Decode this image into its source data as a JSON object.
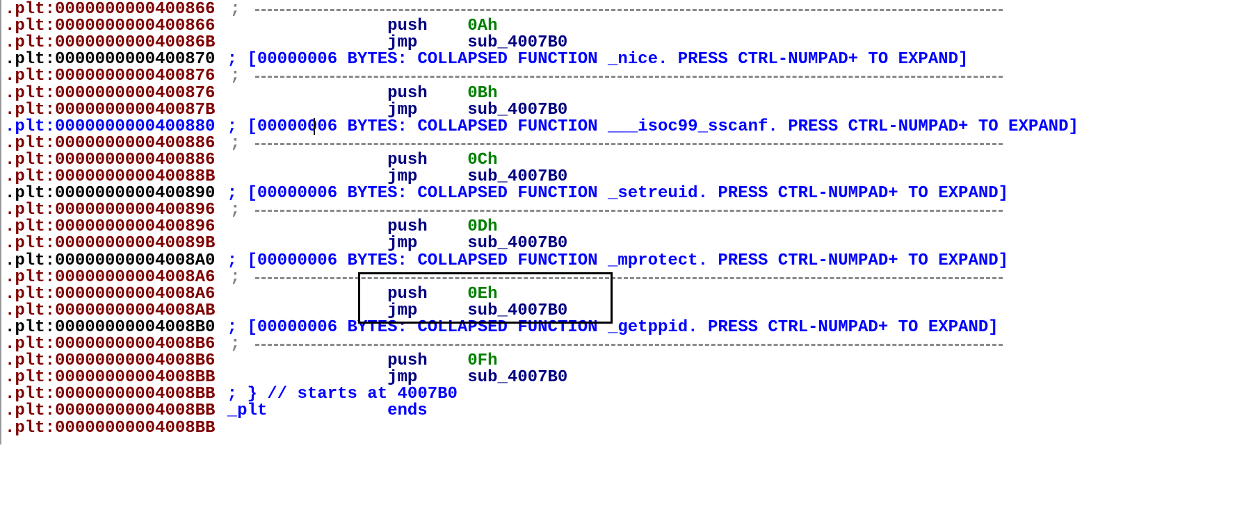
{
  "lines": [
    {
      "addr": ".plt:0000000000400866",
      "type": "sep",
      "addr_color": "red"
    },
    {
      "addr": ".plt:0000000000400866",
      "type": "ins",
      "addr_color": "red",
      "mnem": "push",
      "op": "0Ah",
      "op_color": "green"
    },
    {
      "addr": ".plt:000000000040086B",
      "type": "ins",
      "addr_color": "red",
      "mnem": "jmp",
      "op": "sub_4007B0",
      "op_color": "navy"
    },
    {
      "addr": ".plt:0000000000400870",
      "type": "text",
      "addr_color": "black",
      "text": "; [00000006 BYTES: COLLAPSED FUNCTION _nice. PRESS CTRL-NUMPAD+ TO EXPAND]"
    },
    {
      "addr": ".plt:0000000000400876",
      "type": "sep",
      "addr_color": "red"
    },
    {
      "addr": ".plt:0000000000400876",
      "type": "ins",
      "addr_color": "red",
      "mnem": "push",
      "op": "0Bh",
      "op_color": "green"
    },
    {
      "addr": ".plt:000000000040087B",
      "type": "ins",
      "addr_color": "red",
      "mnem": "jmp",
      "op": "sub_4007B0",
      "op_color": "navy"
    },
    {
      "addr": ".plt:0000000000400880",
      "type": "text",
      "addr_color": "blue",
      "text": "; [00000006 BYTES: COLLAPSED FUNCTION ___isoc99_sscanf. PRESS CTRL-NUMPAD+ TO EXPAND]"
    },
    {
      "addr": ".plt:0000000000400886",
      "type": "sep",
      "addr_color": "red"
    },
    {
      "addr": ".plt:0000000000400886",
      "type": "ins",
      "addr_color": "red",
      "mnem": "push",
      "op": "0Ch",
      "op_color": "green"
    },
    {
      "addr": ".plt:000000000040088B",
      "type": "ins",
      "addr_color": "red",
      "mnem": "jmp",
      "op": "sub_4007B0",
      "op_color": "navy"
    },
    {
      "addr": ".plt:0000000000400890",
      "type": "text",
      "addr_color": "black",
      "text": "; [00000006 BYTES: COLLAPSED FUNCTION _setreuid. PRESS CTRL-NUMPAD+ TO EXPAND]"
    },
    {
      "addr": ".plt:0000000000400896",
      "type": "sep",
      "addr_color": "red"
    },
    {
      "addr": ".plt:0000000000400896",
      "type": "ins",
      "addr_color": "red",
      "mnem": "push",
      "op": "0Dh",
      "op_color": "green"
    },
    {
      "addr": ".plt:000000000040089B",
      "type": "ins",
      "addr_color": "red",
      "mnem": "jmp",
      "op": "sub_4007B0",
      "op_color": "navy"
    },
    {
      "addr": ".plt:00000000004008A0",
      "type": "text",
      "addr_color": "black",
      "text": "; [00000006 BYTES: COLLAPSED FUNCTION _mprotect. PRESS CTRL-NUMPAD+ TO EXPAND]"
    },
    {
      "addr": ".plt:00000000004008A6",
      "type": "sep",
      "addr_color": "red"
    },
    {
      "addr": ".plt:00000000004008A6",
      "type": "ins",
      "addr_color": "red",
      "mnem": "push",
      "op": "0Eh",
      "op_color": "green"
    },
    {
      "addr": ".plt:00000000004008AB",
      "type": "ins",
      "addr_color": "red",
      "mnem": "jmp",
      "op": "sub_4007B0",
      "op_color": "navy"
    },
    {
      "addr": ".plt:00000000004008B0",
      "type": "text",
      "addr_color": "black",
      "text": "; [00000006 BYTES: COLLAPSED FUNCTION _getppid. PRESS CTRL-NUMPAD+ TO EXPAND]"
    },
    {
      "addr": ".plt:00000000004008B6",
      "type": "sep",
      "addr_color": "red"
    },
    {
      "addr": ".plt:00000000004008B6",
      "type": "ins",
      "addr_color": "red",
      "mnem": "push",
      "op": "0Fh",
      "op_color": "green"
    },
    {
      "addr": ".plt:00000000004008BB",
      "type": "ins",
      "addr_color": "red",
      "mnem": "jmp",
      "op": "sub_4007B0",
      "op_color": "navy"
    },
    {
      "addr": ".plt:00000000004008BB",
      "type": "text",
      "addr_color": "red",
      "text": "; } // starts at 4007B0"
    },
    {
      "addr": ".plt:00000000004008BB",
      "type": "ends",
      "addr_color": "red",
      "mnem": "_plt",
      "op": "ends"
    },
    {
      "addr": ".plt:00000000004008BB",
      "type": "empty",
      "addr_color": "red"
    }
  ],
  "sep_semicolon": ";"
}
